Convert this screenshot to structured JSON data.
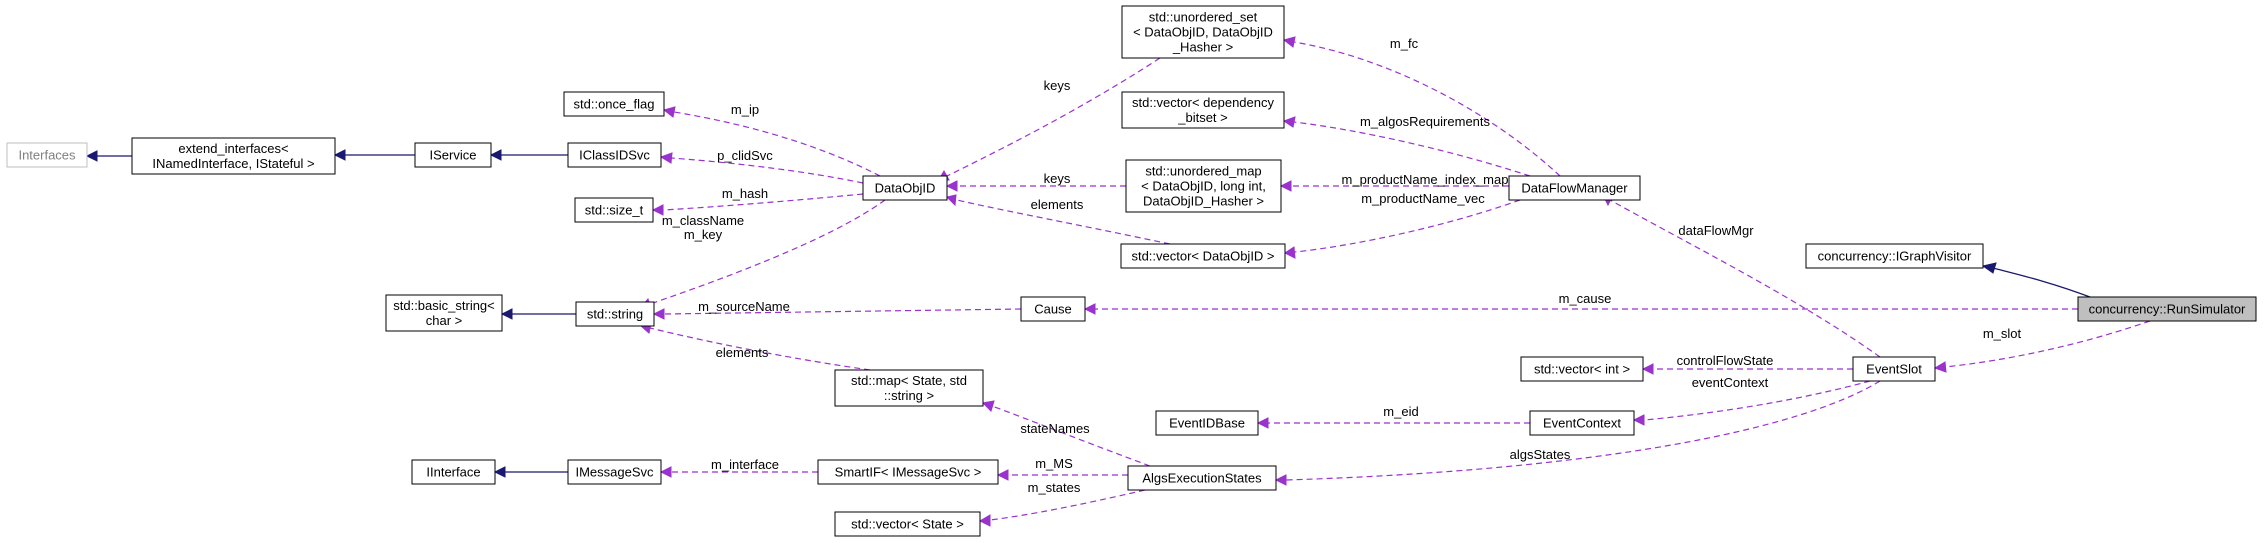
{
  "nodes": {
    "interfaces": [
      "Interfaces"
    ],
    "extend_interfaces": [
      "extend_interfaces<",
      " INamedInterface, IStateful >"
    ],
    "iservice": [
      "IService"
    ],
    "iclassidsvc": [
      "IClassIDSvc"
    ],
    "once_flag": [
      "std::once_flag"
    ],
    "size_t": [
      "std::size_t"
    ],
    "basic_string": [
      "std::basic_string<",
      " char >"
    ],
    "string": [
      "std::string"
    ],
    "iinterface": [
      "IInterface"
    ],
    "imessagesvc": [
      "IMessageSvc"
    ],
    "dataobjid": [
      "DataObjID"
    ],
    "unordered_set": [
      "std::unordered_set",
      "< DataObjID, DataObjID",
      "_Hasher >"
    ],
    "vector_dep": [
      "std::vector< dependency",
      "_bitset >"
    ],
    "unordered_map": [
      "std::unordered_map",
      "< DataObjID, long int,",
      " DataObjID_Hasher >"
    ],
    "vector_dataobjid": [
      "std::vector< DataObjID >"
    ],
    "cause": [
      "Cause"
    ],
    "map_state": [
      "std::map< State, std",
      "::string >"
    ],
    "smartif": [
      "SmartIF< IMessageSvc >"
    ],
    "vector_state": [
      "std::vector< State >"
    ],
    "algsexecutionstates": [
      "AlgsExecutionStates"
    ],
    "dataflowmanager": [
      "DataFlowManager"
    ],
    "eventidbase": [
      "EventIDBase"
    ],
    "eventcontext": [
      "EventContext"
    ],
    "vector_int": [
      "std::vector< int >"
    ],
    "eventslot": [
      "EventSlot"
    ],
    "igraphvisitor": [
      "concurrency::IGraphVisitor"
    ],
    "runsimulator": [
      "concurrency::RunSimulator"
    ]
  },
  "edge_labels": {
    "m_ip": "m_ip",
    "p_clidSvc": "p_clidSvc",
    "m_hash": "m_hash",
    "m_className_key": [
      "m_className",
      "m_key"
    ],
    "keys_set": "keys",
    "keys_map": "keys",
    "elements_vec": "elements",
    "m_fc": "m_fc",
    "m_algosRequirements": "m_algosRequirements",
    "m_productName_index_map": "m_productName_index_map",
    "m_productName_vec": "m_productName_vec",
    "m_sourceName": "m_sourceName",
    "elements_map": "elements",
    "stateNames": "stateNames",
    "m_interface": "m_interface",
    "m_MS": "m_MS",
    "m_states": "m_states",
    "dataFlowMgr": "dataFlowMgr",
    "m_cause": "m_cause",
    "controlFlowState": "controlFlowState",
    "eventContext": "eventContext",
    "m_eid": "m_eid",
    "algsStates": "algsStates",
    "m_slot": "m_slot"
  },
  "colors": {
    "inheritance": "#191970",
    "usage": "#9a32cd",
    "focus_fill": "#bfbfbf",
    "external_border": "#bfbfbf"
  }
}
